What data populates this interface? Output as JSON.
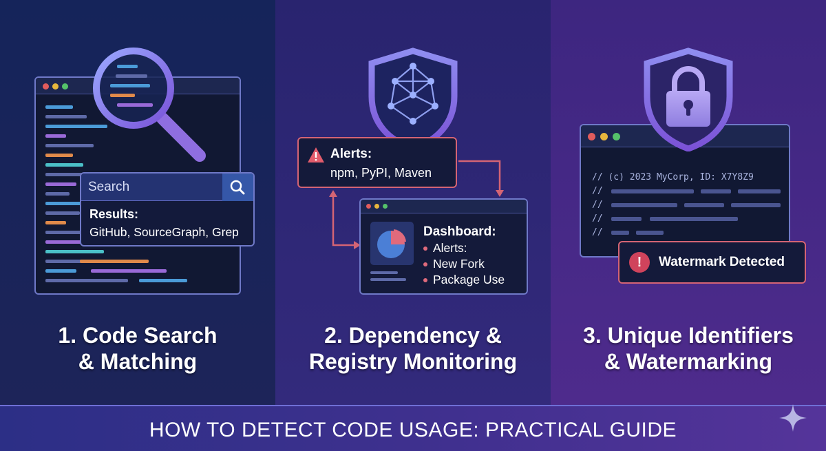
{
  "panels": [
    {
      "title_line1": "1. Code Search",
      "title_line2": "& Matching"
    },
    {
      "title_line1": "2. Dependency &",
      "title_line2": "Registry Monitoring"
    },
    {
      "title_line1": "3. Unique Identifiers",
      "title_line2": "& Watermarking"
    }
  ],
  "search": {
    "placeholder": "Search",
    "results_label": "Results:",
    "results_text": "GitHub, SourceGraph, Grep"
  },
  "alerts": {
    "title": "Alerts:",
    "text": "npm, PyPI, Maven"
  },
  "dashboard": {
    "title": "Dashboard:",
    "items": [
      "Alerts:",
      "New Fork",
      "Package Use"
    ]
  },
  "watermark": {
    "code_lines": [
      "// (c) 2023 MyCorp, ID: X7Y8Z9",
      "//",
      "//",
      "//",
      "//"
    ],
    "detected_label": "Watermark Detected",
    "icon_glyph": "!"
  },
  "footer": {
    "text": "HOW TO DETECT CODE USAGE: PRACTICAL GUIDE"
  },
  "icons": [
    "magnifier-icon",
    "network-shield-icon",
    "warning-icon",
    "pie-chart-icon",
    "padlock-shield-icon",
    "alert-icon",
    "sparkle-icon"
  ],
  "colors": {
    "accent_blue": "#6f79c8",
    "alert_red": "#d46474",
    "window_bg": "#111833"
  }
}
